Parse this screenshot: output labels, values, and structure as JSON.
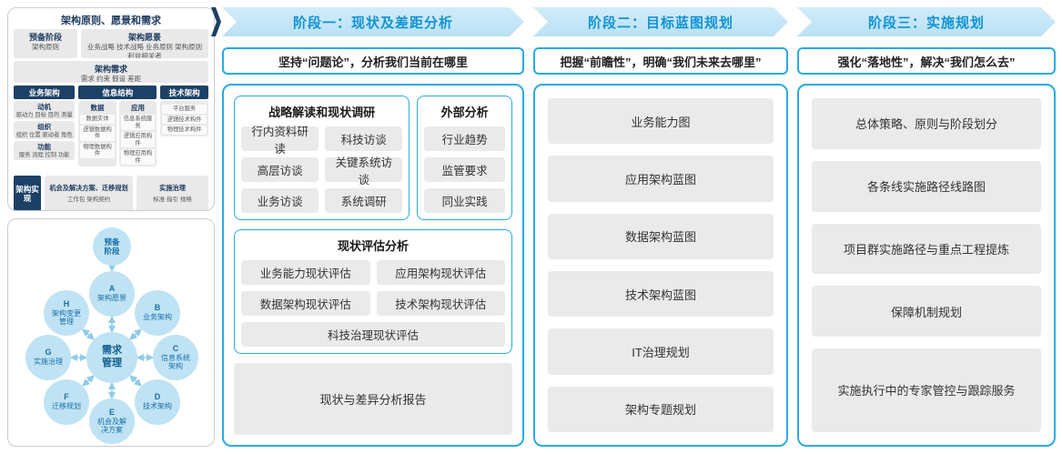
{
  "left_panel": {
    "framework": {
      "title": "架构原则、愿景和需求",
      "prep": {
        "title": "预备阶段",
        "body": "架构原则"
      },
      "vision": {
        "title": "架构愿景",
        "body": "业务战略 技术战略 业务原则 架构原则 利益相关者"
      },
      "requirements": {
        "title": "架构需求",
        "body": "需求 约束 假设 差距"
      },
      "business": {
        "title": "业务架构",
        "groups": [
          {
            "label": "动机",
            "items": "驱动力 目标 目的 测量"
          },
          {
            "label": "组织",
            "items": "组织 位置 驱动者 角色"
          },
          {
            "label": "功能",
            "items": "服务 流程 控制 功能"
          }
        ]
      },
      "information": {
        "title": "信息结构",
        "data_group": {
          "label": "数据",
          "items": [
            "数据实体",
            "逻辑数据构件",
            "物理数据构件"
          ]
        },
        "app_group": {
          "label": "应用",
          "items": [
            "信息系统服务",
            "逻辑应用构件",
            "物理应用构件"
          ]
        }
      },
      "technology": {
        "title": "技术架构",
        "items": [
          "平台服务",
          "逻辑技术构件",
          "物理技术构件"
        ]
      },
      "implementation": {
        "title": "架构实现",
        "groups": [
          {
            "label": "机会及解决方案、迁移规划",
            "items": "工作包 架构契约"
          },
          {
            "label": "实施治理",
            "items": "标准 指引 规格"
          }
        ]
      }
    },
    "adm": {
      "prep": "预备阶段",
      "center": "需求管理",
      "nodes": [
        {
          "key": "A",
          "label": "架构愿景"
        },
        {
          "key": "B",
          "label": "业务架构"
        },
        {
          "key": "C",
          "label": "信息系统架构"
        },
        {
          "key": "D",
          "label": "技术架构"
        },
        {
          "key": "E",
          "label": "机会及解决方案"
        },
        {
          "key": "F",
          "label": "迁移规划"
        },
        {
          "key": "G",
          "label": "实施治理"
        },
        {
          "key": "H",
          "label": "架构变更管理"
        }
      ]
    }
  },
  "phase1": {
    "header": "阶段一：现状及差距分析",
    "subtitle": "坚持“问题论”，分析我们当前在哪里",
    "strategy": {
      "title": "战略解读和现状调研",
      "items": [
        "行内资料研读",
        "科技访谈",
        "高层访谈",
        "关键系统访谈",
        "业务访谈",
        "系统调研"
      ]
    },
    "external": {
      "title": "外部分析",
      "items": [
        "行业趋势",
        "监管要求",
        "同业实践"
      ]
    },
    "assessment": {
      "title": "现状评估分析",
      "items": [
        "业务能力现状评估",
        "应用架构现状评估",
        "数据架构现状评估",
        "技术架构现状评估",
        "科技治理现状评估"
      ]
    },
    "report": "现状与差异分析报告"
  },
  "phase2": {
    "header": "阶段二：目标蓝图规划",
    "subtitle": "把握“前瞻性”，明确“我们未来去哪里”",
    "items": [
      "业务能力图",
      "应用架构蓝图",
      "数据架构蓝图",
      "技术架构蓝图",
      "IT治理规划",
      "架构专题规划"
    ]
  },
  "phase3": {
    "header": "阶段三：实施规划",
    "subtitle": "强化“落地性”，解决“我们怎么去”",
    "items": [
      "总体策略、原则与阶段划分",
      "各条线实施路径线路图",
      "项目群实施路径与重点工程提炼",
      "保障机制规划",
      "实施执行中的专家管控与跟踪服务"
    ]
  },
  "colors": {
    "accent": "#29abe2",
    "arrow_text": "#1193d4",
    "navy": "#1d4066",
    "gray_box": "#eaeaea",
    "circle_fill": "#bfe3f4"
  }
}
